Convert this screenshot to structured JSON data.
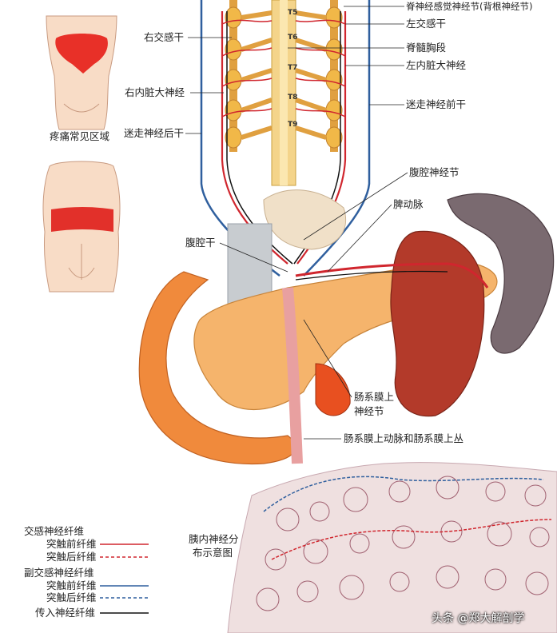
{
  "labels": {
    "pain_area": "疼痛常见区域",
    "right_sympathetic": "右交感干",
    "right_greater_splanchnic": "右内脏大神经",
    "posterior_vagal": "迷走神经后干",
    "spinal_ganglion": "脊神经感觉神经节(背根神经节)",
    "left_sympathetic": "左交感干",
    "thoracic_cord": "脊髓胸段",
    "left_greater_splanchnic": "左内脏大神经",
    "anterior_vagal": "迷走神经前干",
    "celiac_ganglion": "腹腔神经节",
    "splenic_artery": "脾动脉",
    "celiac_trunk": "腹腔干",
    "sup_mesenteric_ganglion_1": "肠系膜上",
    "sup_mesenteric_ganglion_2": "神经节",
    "sup_mesenteric_artery_plexus": "肠系膜上动脉和肠系膜上丛",
    "intrapancreatic_1": "胰内神经分",
    "intrapancreatic_2": "布示意图"
  },
  "segments": [
    "T5",
    "T6",
    "T7",
    "T8",
    "T9"
  ],
  "legend": {
    "sympathetic_title": "交感神经纤维",
    "sym_pre": "突触前纤维",
    "sym_post": "突触后纤维",
    "parasympathetic_title": "副交感神经纤维",
    "para_pre": "突触前纤维",
    "para_post": "突触后纤维",
    "afferent": "传入神经纤维"
  },
  "colors": {
    "sympathetic": "#d0262e",
    "parasympathetic": "#2f5f9e",
    "afferent": "#111111",
    "pancreas": "#f5b46c",
    "spleen": "#7a6a70",
    "kidney": "#b33a2a",
    "duodenum": "#f08a3c"
  },
  "watermark": "头条 @郑大解剖学"
}
